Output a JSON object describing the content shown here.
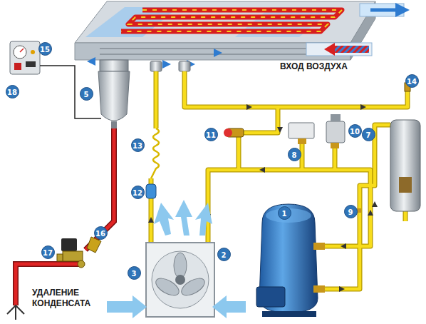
{
  "diagram": {
    "labels": [
      "15",
      "18",
      "5",
      "ВХОД ВОЗДУХА",
      "14",
      "13",
      "11",
      "8",
      "10",
      "7",
      "12",
      "9",
      "1",
      "16",
      "2",
      "3",
      "17",
      "УДАЛЕНИЕ КОНДЕНСАТА"
    ]
  }
}
